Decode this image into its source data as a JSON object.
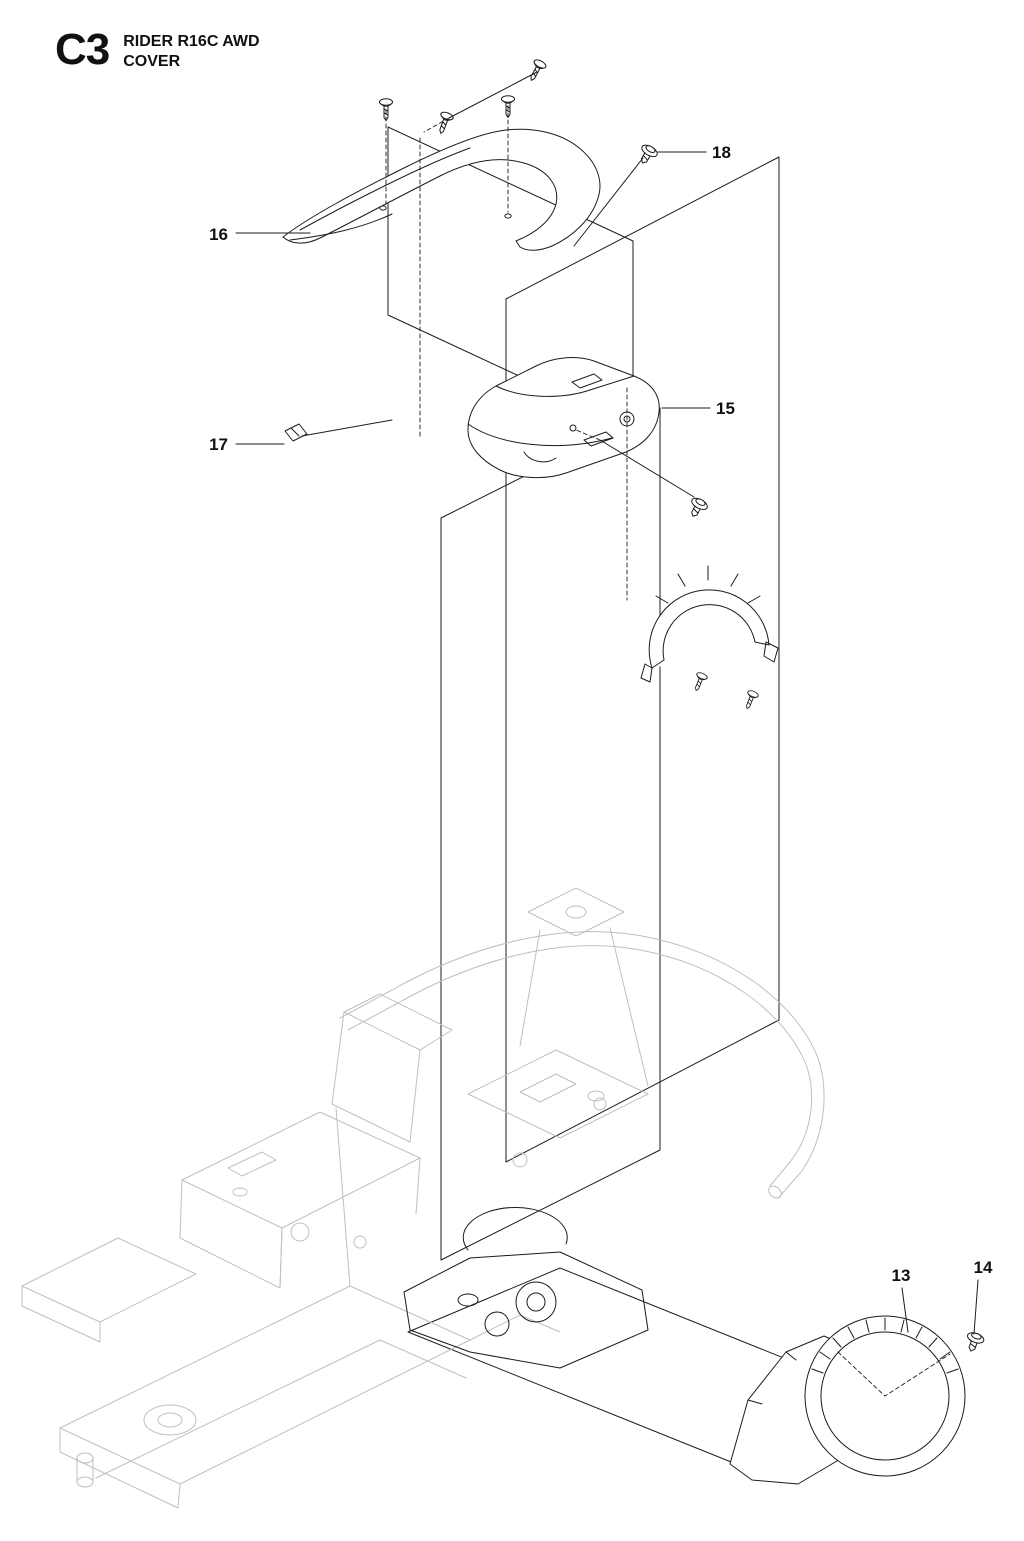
{
  "header": {
    "section_code": "C3",
    "model": "RIDER R16C AWD",
    "section": "COVER"
  },
  "callouts": {
    "c13": "13",
    "c14": "14",
    "c15": "15",
    "c16": "16",
    "c17": "17",
    "c18": "18"
  },
  "colors": {
    "line": "#1c1c1c",
    "ghost_line": "#bfbfbf",
    "background": "#ffffff"
  }
}
